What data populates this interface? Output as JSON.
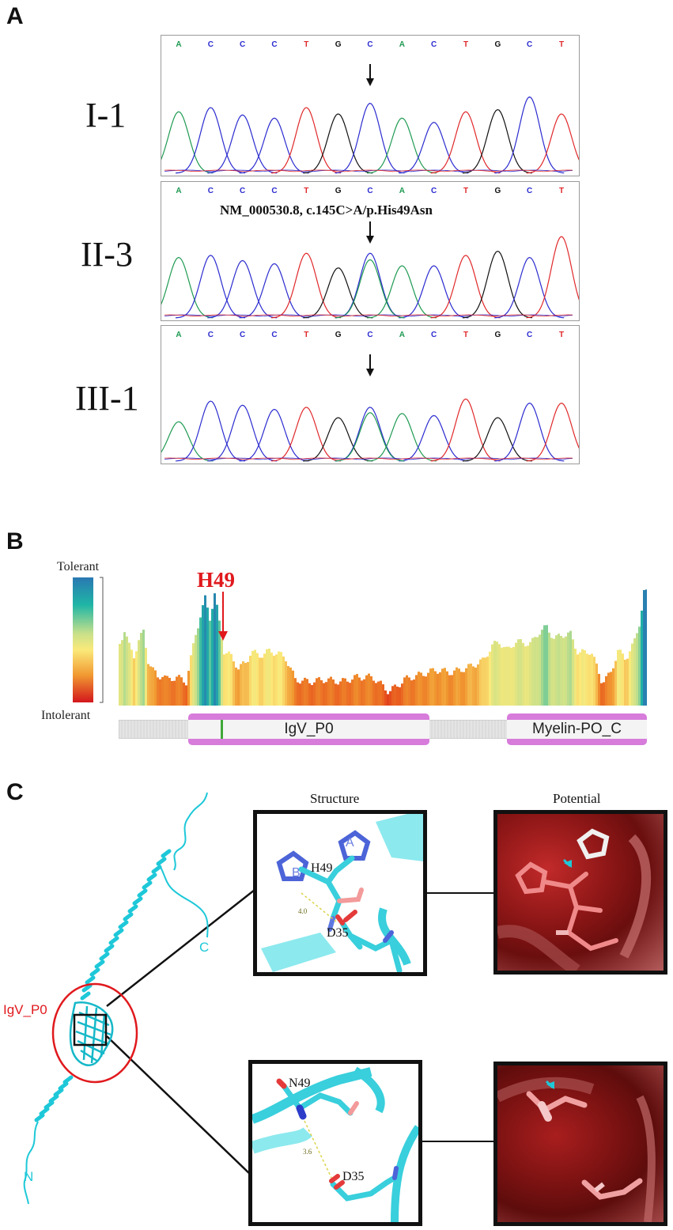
{
  "panels": {
    "a": "A",
    "b": "B",
    "c": "C"
  },
  "panel_a": {
    "bases": [
      "A",
      "C",
      "C",
      "C",
      "T",
      "G",
      "C",
      "A",
      "C",
      "T",
      "G",
      "C",
      "T"
    ],
    "base_colors": {
      "A": "#1f9a52",
      "C": "#2b2bd0",
      "G": "#111111",
      "T": "#e0282a"
    },
    "rows": [
      {
        "label": "I-1",
        "genotype": "homozygous_C"
      },
      {
        "label": "II-3",
        "genotype": "heterozygous_CA",
        "annotation": "NM_000530.8, c.145C>A/p.His49Asn"
      },
      {
        "label": "III-1",
        "genotype": "heterozygous_CA"
      }
    ]
  },
  "panel_b": {
    "scale_top": "Tolerant",
    "scale_bottom": "Intolerant",
    "marker": "H49",
    "domains": [
      {
        "name": "IgV_P0"
      },
      {
        "name": "Myelin-PO_C"
      }
    ]
  },
  "panel_c": {
    "col_titles": {
      "structure": "Structure",
      "potential": "Potential"
    },
    "domain_label": "IgV_P0",
    "n_term": "N",
    "c_term": "C",
    "wild_type": {
      "residue": "H49",
      "partner": "D35",
      "distance": "4.0",
      "ring_a": "A",
      "ring_b": "B"
    },
    "mutant": {
      "residue": "N49",
      "partner": "D35",
      "distance": "3.6"
    }
  }
}
